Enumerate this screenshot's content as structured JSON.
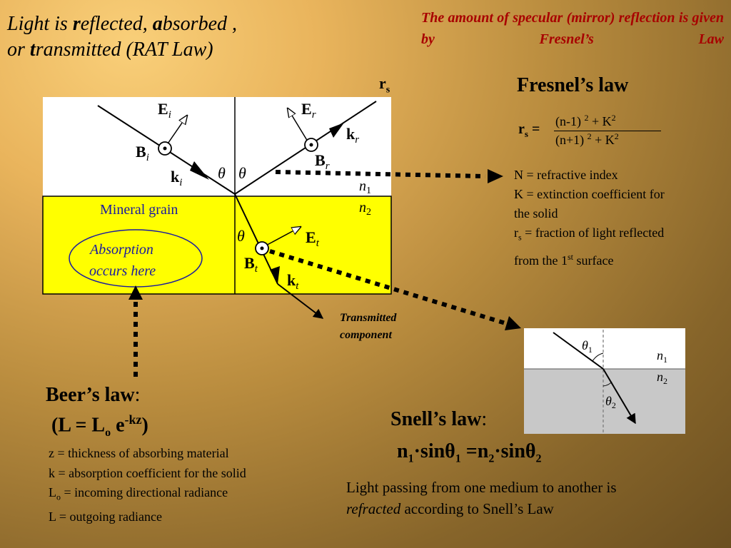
{
  "title": {
    "line1_a": "Light is ",
    "line1_b": "r",
    "line1_c": "eflected, ",
    "line1_d": "a",
    "line1_e": "bsorbed ,",
    "line2_a": "or ",
    "line2_b": "t",
    "line2_c": "ransmitted (RAT Law)"
  },
  "specular_note": "The amount of specular (mirror) reflection is given by Fresnel’s Law",
  "rs_label": {
    "main": "r",
    "sub": "s"
  },
  "fresnel": {
    "title": "Fresnel’s law",
    "lhs_main": "r",
    "lhs_sub": "s",
    "lhs_eq": " =",
    "num_a": "(n-1) ",
    "num_sup1": "2",
    "num_b": " +  K",
    "num_sup2": "2",
    "den_a": "(n+1) ",
    "den_sup1": "2",
    "den_b": " + K",
    "den_sup2": "2",
    "legend": {
      "n": "N = refractive index",
      "k1": "K = extinction coefficient for",
      "k2": "the solid",
      "rs_main": "r",
      "rs_sub": "s",
      "rs_text": " = fraction of light reflected",
      "rs2_a": "from the 1",
      "rs2_sup": "st",
      "rs2_b": " surface"
    }
  },
  "diagram": {
    "mineral_label": "Mineral grain",
    "absorption_line1": "Absorption",
    "absorption_line2": "occurs here",
    "theta": "θ",
    "E": "E",
    "B": "B",
    "k": "k",
    "n": "n",
    "sub_i": "i",
    "sub_r": "r",
    "sub_t": "t",
    "sub_1": "1",
    "sub_2": "2",
    "transmitted_line1": "Transmitted",
    "transmitted_line2": "component"
  },
  "beer": {
    "title": "Beer’s law",
    "title_suffix": ":",
    "eq_a": "(L = L",
    "eq_sub": "o",
    "eq_b": " e",
    "eq_sup": "-kz",
    "eq_c": ")",
    "legend": {
      "z": "z = thickness of absorbing material",
      "k": "k = absorption coefficient for the solid",
      "lo_main": "L",
      "lo_sub": "o",
      "lo_text": "  = incoming directional radiance",
      "l": "L = outgoing radiance"
    }
  },
  "snell": {
    "title": "Snell’s law",
    "title_suffix": ":",
    "eq_n1": "n",
    "eq_s1": "1",
    "eq_mid1": "·sinθ",
    "eq_s2": "1",
    "eq_eq": " =n",
    "eq_s3": "2",
    "eq_mid2": "·sinθ",
    "eq_s4": "2",
    "desc_line1": "Light passing from one medium to another is",
    "desc_i": "refracted",
    "desc_rest": " according to Snell’s Law"
  },
  "colors": {
    "specular_note": "#a80000",
    "mineral_fill": "#ffff00",
    "mineral_text": "#1a1aa0",
    "panel_white": "#ffffff",
    "snell_lower": "#c8c8c8"
  }
}
